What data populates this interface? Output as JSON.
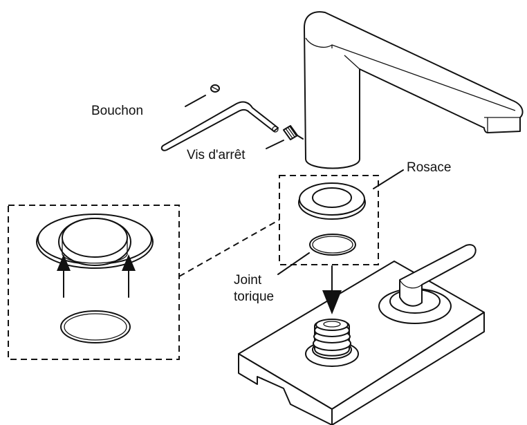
{
  "labels": {
    "bouchon": "Bouchon",
    "vis_arret": "Vis d'arrêt",
    "rosace": "Rosace",
    "joint_line1": "Joint",
    "joint_line2": "torique"
  },
  "colors": {
    "ink": "#111111",
    "background": "#ffffff"
  }
}
